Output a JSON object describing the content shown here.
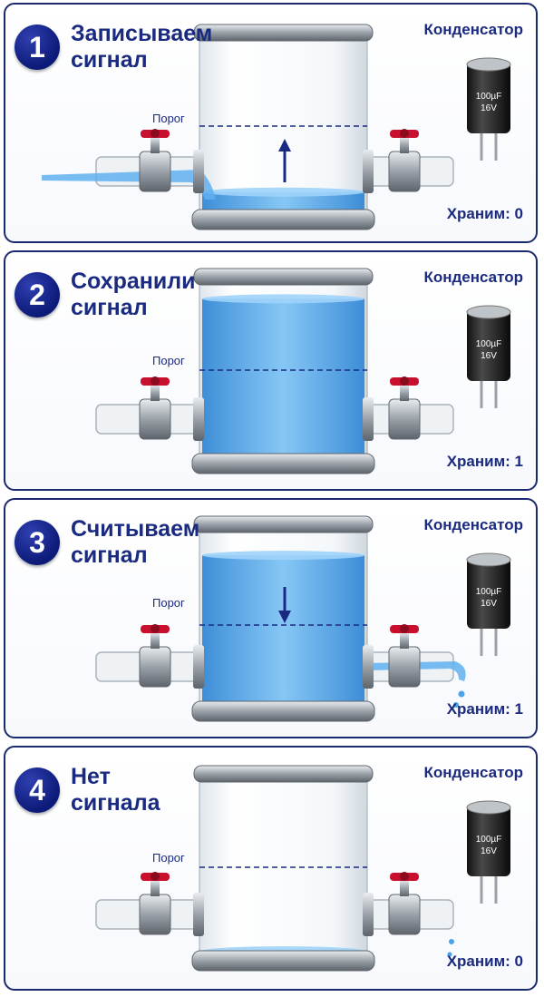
{
  "panels": [
    {
      "number": "1",
      "title_line1": "Записываем",
      "title_line2": "сигнал",
      "capacitor_label": "Конденсатор",
      "threshold_label": "Порог",
      "store_text": "Храним: 0",
      "capacitor_value": "100µF",
      "capacitor_voltage": "16V",
      "water_level": 0.12,
      "flow": "in",
      "arrow": "up"
    },
    {
      "number": "2",
      "title_line1": "Сохранили",
      "title_line2": "сигнал",
      "capacitor_label": "Конденсатор",
      "threshold_label": "Порог",
      "store_text": "Храним: 1",
      "capacitor_value": "100µF",
      "capacitor_voltage": "16V",
      "water_level": 0.9,
      "flow": "none",
      "arrow": "none"
    },
    {
      "number": "3",
      "title_line1": "Считываем",
      "title_line2": "сигнал",
      "capacitor_label": "Конденсатор",
      "threshold_label": "Порог",
      "store_text": "Храним: 1",
      "capacitor_value": "100µF",
      "capacitor_voltage": "16V",
      "water_level": 0.85,
      "flow": "out",
      "arrow": "down"
    },
    {
      "number": "4",
      "title_line1": "Нет",
      "title_line2": "сигнала",
      "capacitor_label": "Конденсатор",
      "threshold_label": "Порог",
      "store_text": "Храним: 0",
      "capacitor_value": "100µF",
      "capacitor_voltage": "16V",
      "water_level": 0.02,
      "flow": "drip",
      "arrow": "none"
    }
  ],
  "colors": {
    "frame": "#1b2a6e",
    "text": "#1a2a80",
    "badge": "#0c1a78",
    "water": "#4aa3e8",
    "valve_handle": "#c8102e",
    "threshold_line": "#1a2a80"
  },
  "icons": [
    "valve-icon",
    "capacitor-icon",
    "water-drop-icon",
    "arrow-up-icon",
    "arrow-down-icon"
  ]
}
